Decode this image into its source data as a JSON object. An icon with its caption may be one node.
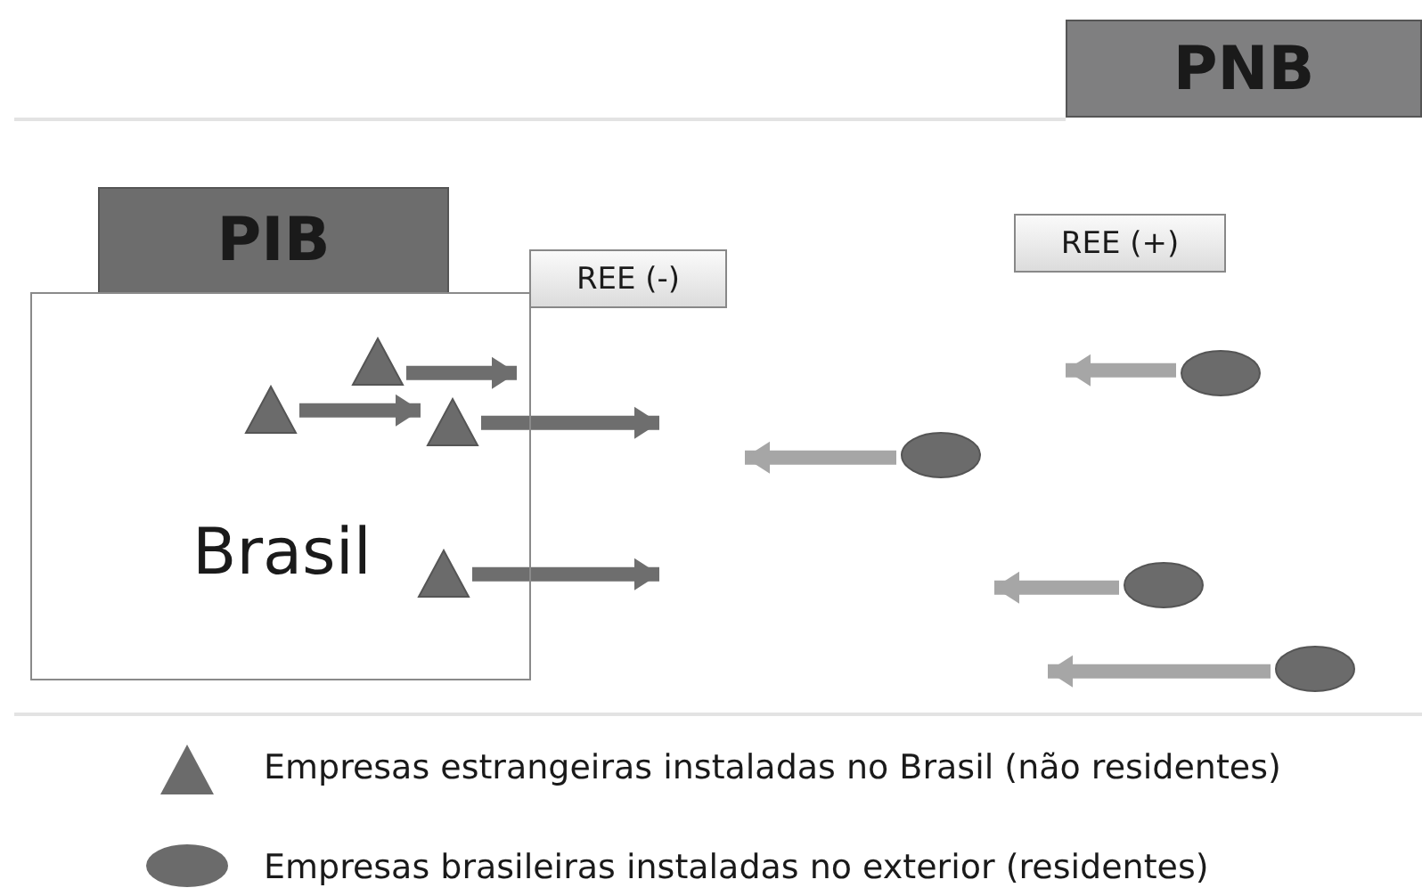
{
  "diagram": {
    "nodes": [
      {
        "text": [
          "PNB"
        ]
      },
      {
        "text": [
          "PIB"
        ]
      },
      {
        "text": [
          "Brasil"
        ]
      },
      {
        "text": [
          "REE (-)"
        ]
      },
      {
        "text": [
          "REE (+)"
        ]
      },
      {
        "text": [],
        "shape": "triangle",
        "in": 2
      },
      {
        "text": [],
        "shape": "triangle",
        "in": 2
      },
      {
        "text": [],
        "shape": "triangle",
        "in": 2
      },
      {
        "text": [],
        "shape": "triangle",
        "in": 2
      },
      {
        "text": [],
        "shape": "ellipse"
      },
      {
        "text": [],
        "shape": "ellipse"
      },
      {
        "text": [],
        "shape": "ellipse"
      },
      {
        "text": [],
        "shape": "ellipse"
      }
    ],
    "edges": [
      {
        "from": 5,
        "to": null,
        "arrow": "to"
      },
      {
        "from": 6,
        "to": 7,
        "arrow": "to"
      },
      {
        "from": 7,
        "to": null,
        "arrow": "to"
      },
      {
        "from": 8,
        "to": null,
        "arrow": "to"
      },
      {
        "from": 9,
        "to": null,
        "arrow": "to",
        "color": "#a6a6a6"
      },
      {
        "from": 10,
        "to": null,
        "arrow": "to",
        "color": "#a6a6a6"
      },
      {
        "from": 11,
        "to": null,
        "arrow": "to",
        "color": "#a6a6a6"
      },
      {
        "from": 12,
        "to": null,
        "arrow": "to",
        "color": "#a6a6a6"
      }
    ],
    "legend": [
      {
        "text": "Empresas estrangeiras instaladas no Brasil (não residentes)"
      },
      {
        "text": "Empresas brasileiras instaladas no exterior (residentes)"
      }
    ]
  }
}
